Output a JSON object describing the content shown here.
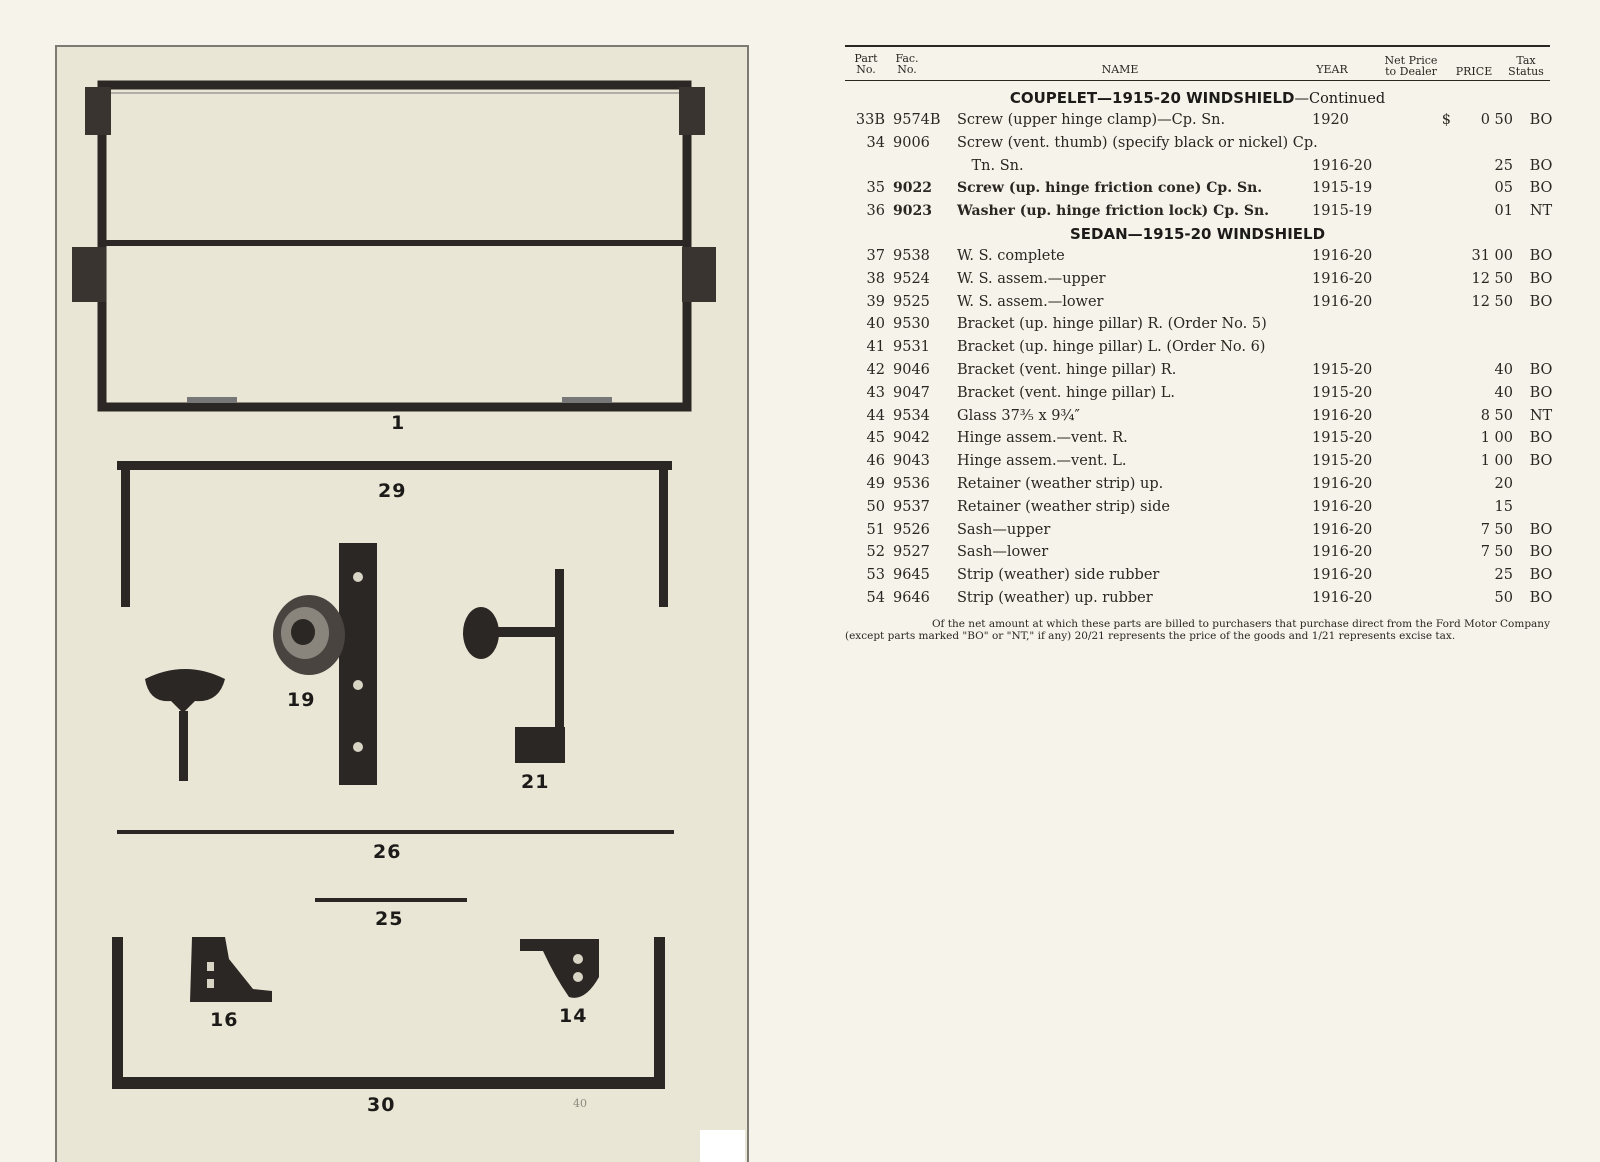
{
  "plate": {
    "labels": [
      "1",
      "29",
      "19",
      "21",
      "26",
      "25",
      "16",
      "14",
      "30"
    ],
    "page_mark": "40"
  },
  "table": {
    "headers": {
      "part": "Part No.",
      "fac": "Fac. No.",
      "name": "NAME",
      "year": "YEAR",
      "net": "Net Price to Dealer",
      "price": "PRICE",
      "tax": "Tax Status"
    },
    "sections": [
      {
        "title": "COUPELET—1915-20 WINDSHIELD",
        "suffix": "—Continued",
        "rows": [
          {
            "part": "33B",
            "fac": "9574B",
            "name": "Screw (upper hinge clamp)—Cp. Sn.",
            "year": "1920",
            "dollar": "$",
            "price": "0 50",
            "tax": "BO",
            "bold": false
          },
          {
            "part": "34",
            "fac": "9006",
            "name": "Screw (vent. thumb) (specify black or nickel) Cp.",
            "year": "",
            "dollar": "",
            "price": "",
            "tax": "",
            "bold": false
          },
          {
            "part": "",
            "fac": "",
            "name": " Tn. Sn.",
            "year": "1916-20",
            "dollar": "",
            "price": "25",
            "tax": "BO",
            "bold": false
          },
          {
            "part": "35",
            "fac": "9022",
            "name": "Screw (up. hinge friction cone) Cp. Sn.",
            "year": "1915-19",
            "dollar": "",
            "price": "05",
            "tax": "BO",
            "bold": true
          },
          {
            "part": "36",
            "fac": "9023",
            "name": "Washer (up. hinge friction lock) Cp. Sn.",
            "year": "1915-19",
            "dollar": "",
            "price": "01",
            "tax": "NT",
            "bold": true
          }
        ]
      },
      {
        "title": "SEDAN—1915-20 WINDSHIELD",
        "suffix": "",
        "rows": [
          {
            "part": "37",
            "fac": "9538",
            "name": "W. S. complete",
            "year": "1916-20",
            "dollar": "",
            "price": "31 00",
            "tax": "BO",
            "bold": false
          },
          {
            "part": "38",
            "fac": "9524",
            "name": "W. S. assem.—upper",
            "year": "1916-20",
            "dollar": "",
            "price": "12 50",
            "tax": "BO",
            "bold": false
          },
          {
            "part": "39",
            "fac": "9525",
            "name": "W. S. assem.—lower",
            "year": "1916-20",
            "dollar": "",
            "price": "12 50",
            "tax": "BO",
            "bold": false
          },
          {
            "part": "40",
            "fac": "9530",
            "name": "Bracket (up. hinge pillar) R. (Order No. 5)",
            "year": "",
            "dollar": "",
            "price": "",
            "tax": "",
            "bold": false
          },
          {
            "part": "41",
            "fac": "9531",
            "name": "Bracket (up. hinge pillar) L. (Order No. 6)",
            "year": "",
            "dollar": "",
            "price": "",
            "tax": "",
            "bold": false
          },
          {
            "part": "42",
            "fac": "9046",
            "name": "Bracket (vent. hinge pillar) R.",
            "year": "1915-20",
            "dollar": "",
            "price": "40",
            "tax": "BO",
            "bold": false
          },
          {
            "part": "43",
            "fac": "9047",
            "name": "Bracket (vent. hinge pillar) L.",
            "year": "1915-20",
            "dollar": "",
            "price": "40",
            "tax": "BO",
            "bold": false
          },
          {
            "part": "44",
            "fac": "9534",
            "name": "Glass 37⅗ x 9¾″",
            "year": "1916-20",
            "dollar": "",
            "price": "8 50",
            "tax": "NT",
            "bold": false
          },
          {
            "part": "45",
            "fac": "9042",
            "name": "Hinge assem.—vent. R.",
            "year": "1915-20",
            "dollar": "",
            "price": "1 00",
            "tax": "BO",
            "bold": false
          },
          {
            "part": "46",
            "fac": "9043",
            "name": "Hinge assem.—vent. L.",
            "year": "1915-20",
            "dollar": "",
            "price": "1 00",
            "tax": "BO",
            "bold": false
          },
          {
            "part": "49",
            "fac": "9536",
            "name": "Retainer (weather strip) up.",
            "year": "1916-20",
            "dollar": "",
            "price": "20",
            "tax": "",
            "bold": false
          },
          {
            "part": "50",
            "fac": "9537",
            "name": "Retainer (weather strip) side",
            "year": "1916-20",
            "dollar": "",
            "price": "15",
            "tax": "",
            "bold": false
          },
          {
            "part": "51",
            "fac": "9526",
            "name": "Sash—upper",
            "year": "1916-20",
            "dollar": "",
            "price": "7 50",
            "tax": "BO",
            "bold": false
          },
          {
            "part": "52",
            "fac": "9527",
            "name": "Sash—lower",
            "year": "1916-20",
            "dollar": "",
            "price": "7 50",
            "tax": "BO",
            "bold": false
          },
          {
            "part": "53",
            "fac": "9645",
            "name": "Strip (weather) side rubber",
            "year": "1916-20",
            "dollar": "",
            "price": "25",
            "tax": "BO",
            "bold": false
          },
          {
            "part": "54",
            "fac": "9646",
            "name": "Strip (weather) up. rubber",
            "year": "1916-20",
            "dollar": "",
            "price": "50",
            "tax": "BO",
            "bold": false
          }
        ]
      }
    ],
    "footnote_1": "Of the net amount at which these parts are billed to purchasers that purchase direct from the Ford Motor Company",
    "footnote_2": "(except parts marked \"BO\" or \"NT,\" if any) 20/21 represents the price of the goods and 1/21 represents excise tax."
  }
}
